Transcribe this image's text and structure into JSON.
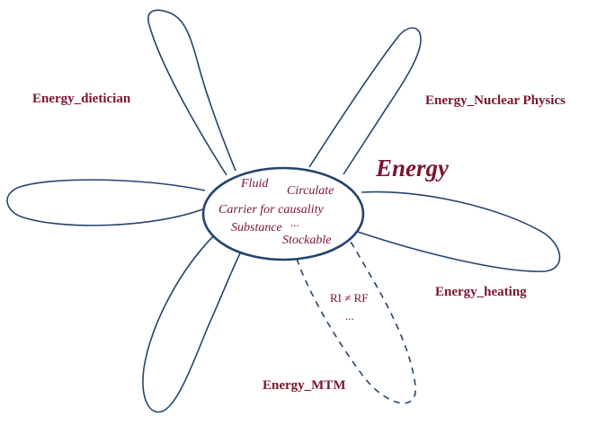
{
  "title": "Energy",
  "colors": {
    "text": "#7b1530",
    "stroke": "#24446f"
  },
  "petals": {
    "dietician": "Energy_dietician",
    "nuclear": "Energy_Nuclear Physics",
    "heating": "Energy_heating",
    "mtm": "Energy_MTM"
  },
  "center_terms": {
    "fluid": "Fluid",
    "circulate": "Circulate",
    "carrier": "Carrier for causality",
    "dots": "...",
    "substance": "Substance",
    "stockable": "Stockable"
  },
  "mtm_notes": {
    "relation": "RI ≠ RF",
    "dots": "..."
  }
}
